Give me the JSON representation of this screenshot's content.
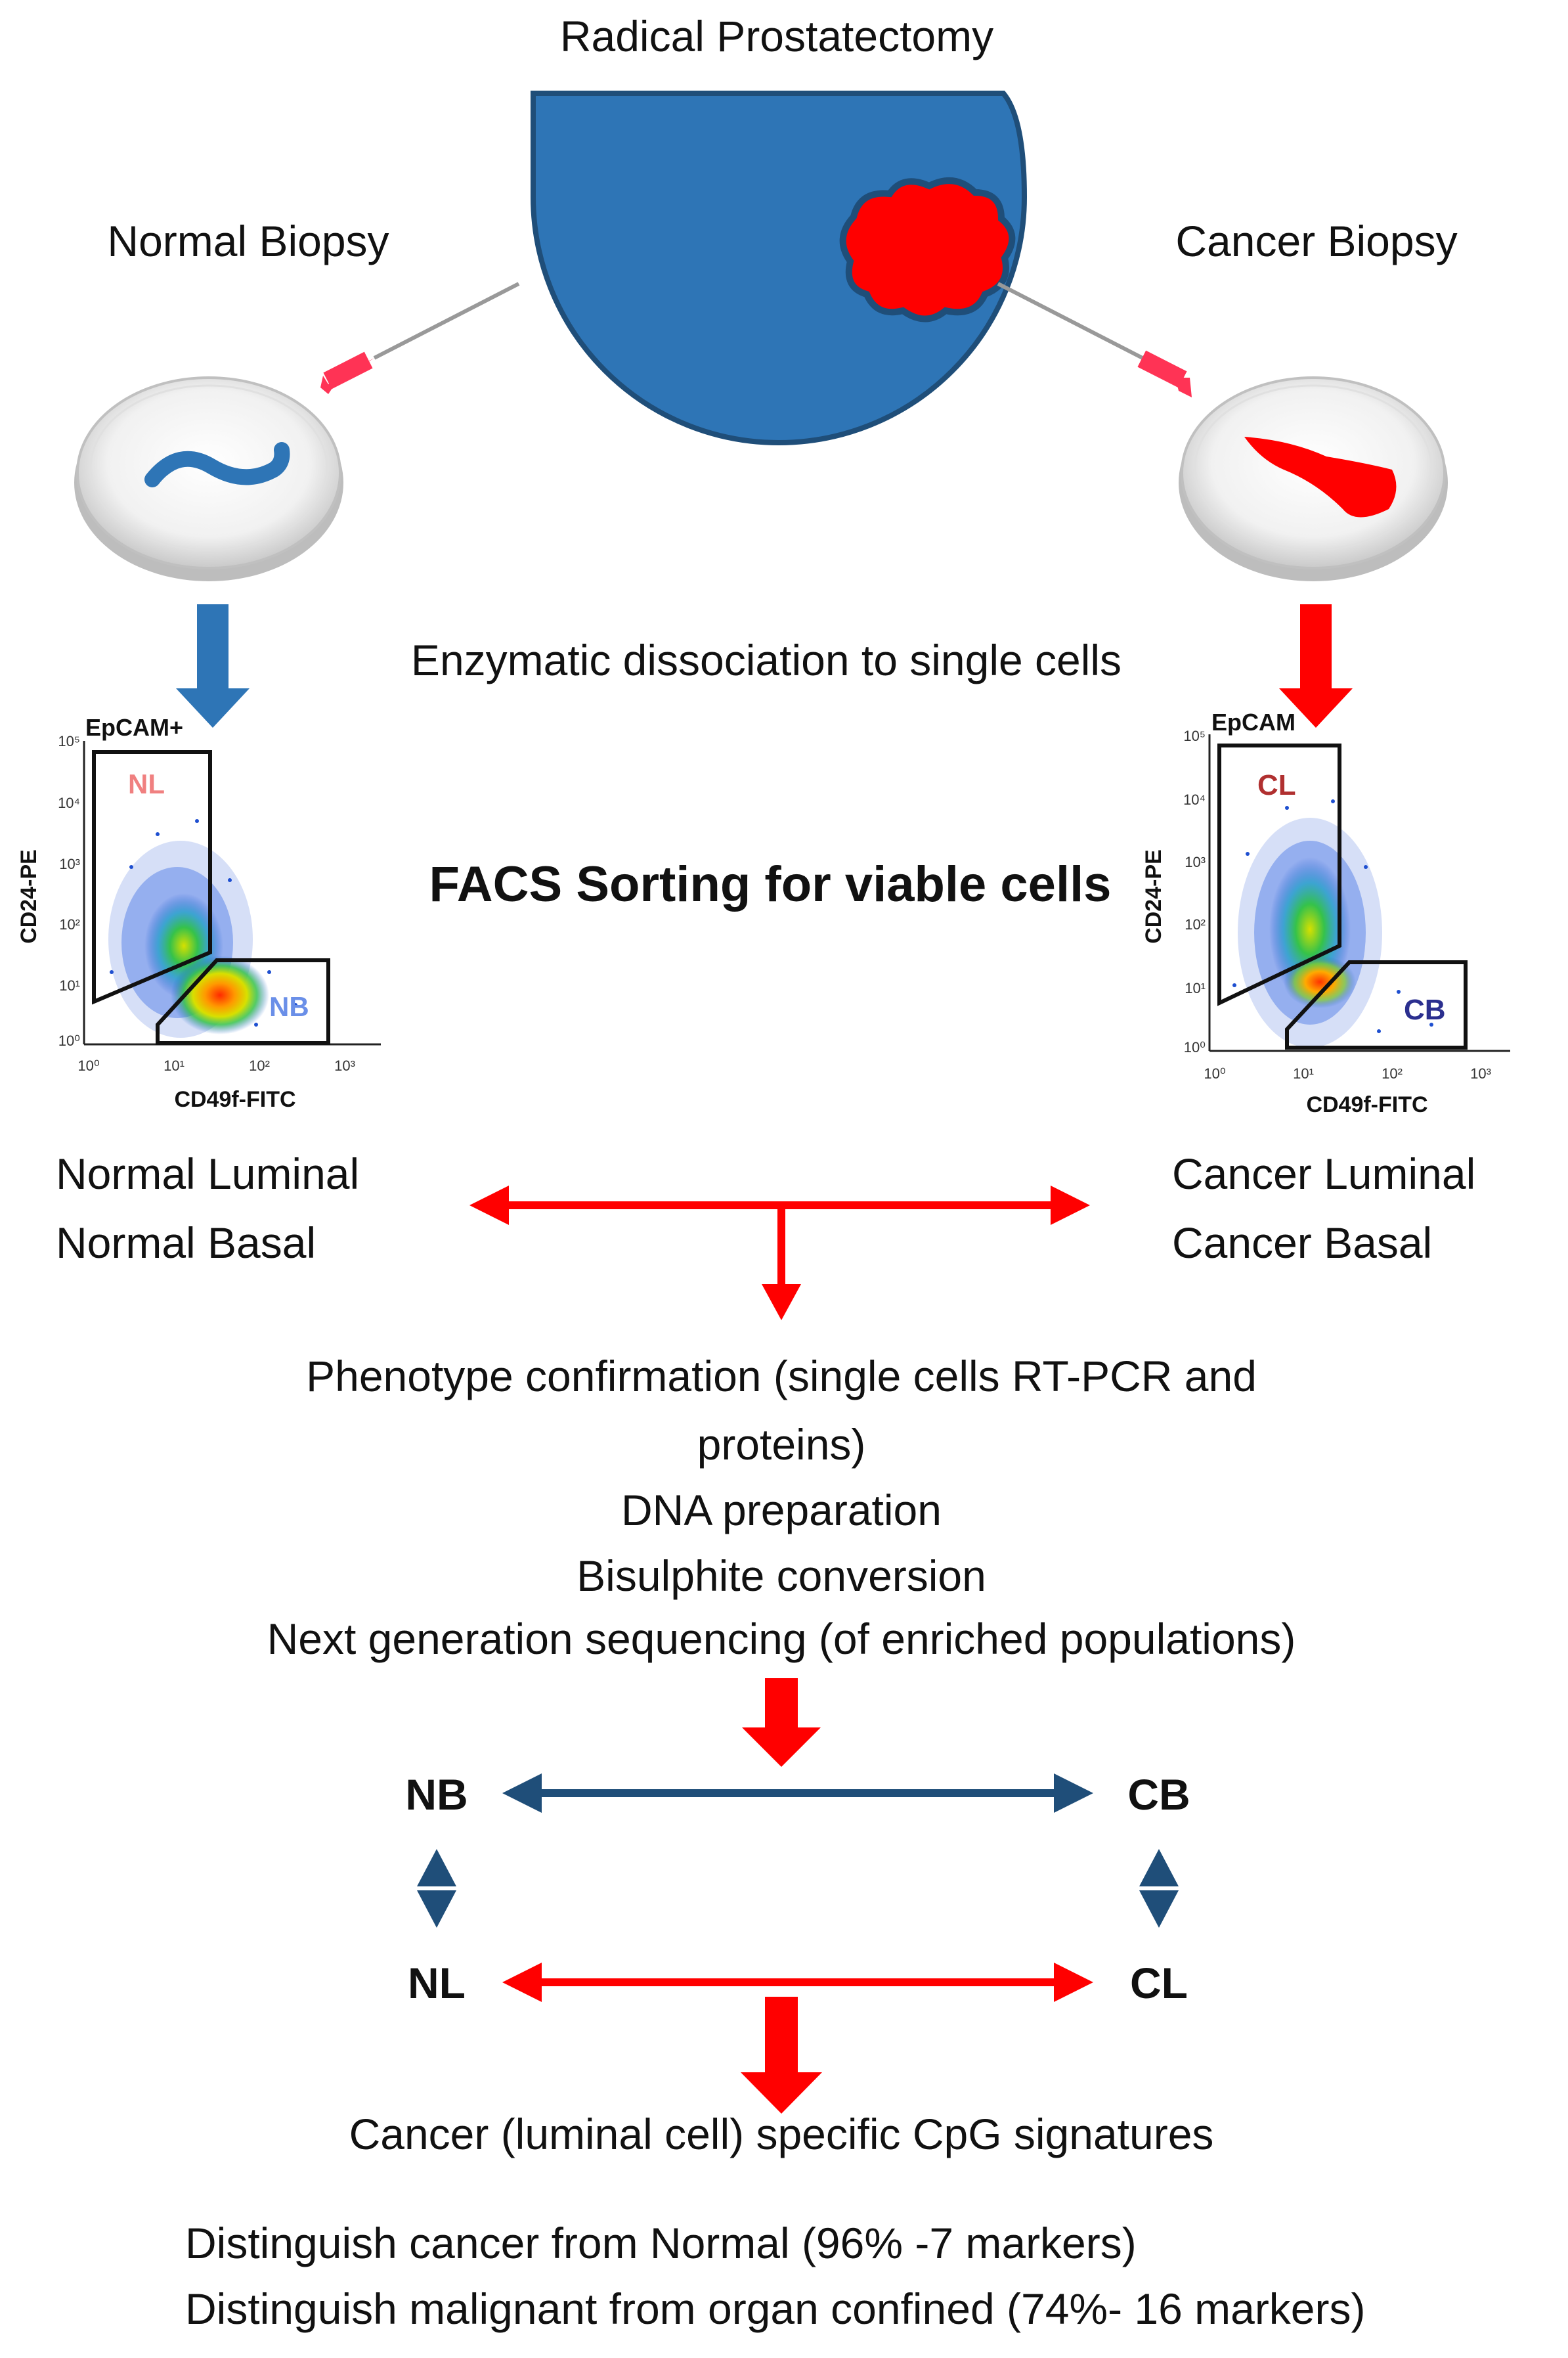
{
  "title": "Radical Prostatectomy",
  "normal_biopsy": "Normal Biopsy",
  "cancer_biopsy": "Cancer Biopsy",
  "dissociation": "Enzymatic dissociation to single cells",
  "facs": "FACS Sorting for viable cells",
  "plot_normal": {
    "epcam": "EpCAM+",
    "ylabel": "CD24-PE",
    "xlabel": "CD49f-FITC",
    "gate_top": "NL",
    "gate_bottom": "NB",
    "y_ticks": [
      "10⁵",
      "10⁴",
      "10³",
      "10²",
      "10¹",
      "10⁰"
    ],
    "x_ticks": [
      "10⁰",
      "10¹",
      "10²",
      "10³"
    ]
  },
  "plot_cancer": {
    "epcam": "EpCAM",
    "ylabel": "CD24-PE",
    "xlabel": "CD49f-FITC",
    "gate_top": "CL",
    "gate_bottom": "CB",
    "y_ticks": [
      "10⁵",
      "10⁴",
      "10³",
      "10²",
      "10¹",
      "10⁰"
    ],
    "x_ticks": [
      "10⁰",
      "10¹",
      "10²",
      "10³"
    ]
  },
  "normal_luminal": "Normal Luminal",
  "normal_basal": "Normal Basal",
  "cancer_luminal": "Cancer Luminal",
  "cancer_basal": "Cancer Basal",
  "steps": [
    "Phenotype confirmation (single cells RT-PCR and",
    "proteins)",
    "DNA preparation",
    "Bisulphite conversion",
    "Next generation sequencing (of enriched  populations)"
  ],
  "comparison": {
    "nb": "NB",
    "cb": "CB",
    "nl": "NL",
    "cl": "CL"
  },
  "signature": "Cancer (luminal cell) specific CpG signatures",
  "results": [
    "Distinguish cancer from Normal (96% -7 markers)",
    "Distinguish malignant from organ confined (74%- 16 markers)"
  ],
  "colors": {
    "organ_blue": "#2E75B6",
    "dark_blue": "#1F4E79",
    "red": "#FF0000",
    "needle_pink": "#FF3355",
    "nl_label": "#F08080",
    "nb_label": "#6A8FE8",
    "cl_label": "#B03030",
    "cb_label": "#2B2F8F"
  }
}
